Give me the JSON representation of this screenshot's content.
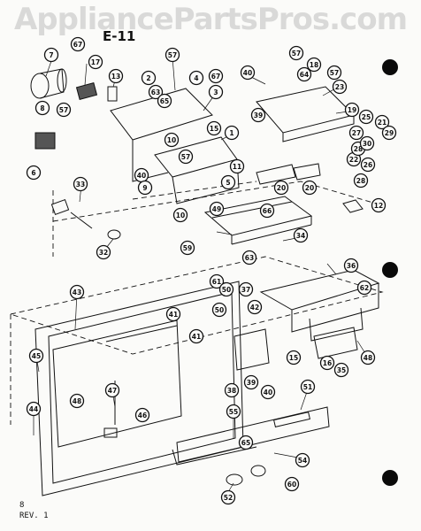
{
  "watermark": "AppliancePartsPros.com",
  "section_label": "E-11",
  "page_number": "8",
  "revision": "REV. 1",
  "colors": {
    "ink": "#111111",
    "paper": "#fbfbf9",
    "watermark": "#bebebe"
  },
  "callouts": [
    "7",
    "67",
    "17",
    "57",
    "40",
    "57",
    "18",
    "57",
    "13",
    "2",
    "4",
    "67",
    "23",
    "64",
    "63",
    "65",
    "3",
    "39",
    "19",
    "25",
    "21",
    "29",
    "57",
    "8",
    "15",
    "1",
    "22",
    "28",
    "26",
    "27",
    "30",
    "10",
    "11",
    "5",
    "20",
    "20",
    "28",
    "6",
    "40",
    "9",
    "33",
    "57",
    "10",
    "49",
    "66",
    "12",
    "34",
    "32",
    "59",
    "63",
    "36",
    "61",
    "50",
    "37",
    "62",
    "43",
    "41",
    "42",
    "50",
    "41",
    "15",
    "16",
    "35",
    "48",
    "45",
    "48",
    "38",
    "39",
    "40",
    "47",
    "46",
    "44",
    "51",
    "55",
    "65",
    "54",
    "60",
    "52"
  ]
}
